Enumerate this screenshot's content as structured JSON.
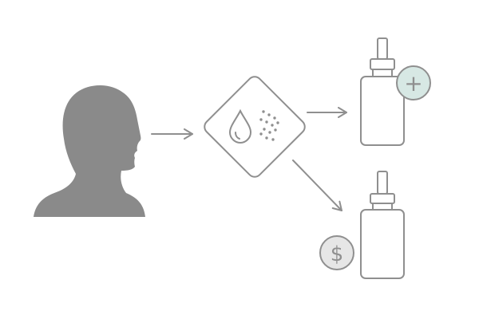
{
  "diagram": {
    "nodes": [
      {
        "id": "person",
        "icon": "person-silhouette-icon"
      },
      {
        "id": "sample-analysis",
        "icon": "droplet-and-particles-icon"
      },
      {
        "id": "product-top",
        "icon": "dropper-bottle-icon",
        "badge_icon": "plus-icon"
      },
      {
        "id": "product-bottom",
        "icon": "dropper-bottle-icon",
        "badge_icon": "dollar-icon"
      }
    ],
    "edges": [
      {
        "from": "person",
        "to": "sample-analysis"
      },
      {
        "from": "sample-analysis",
        "to": "product-top"
      },
      {
        "from": "sample-analysis",
        "to": "product-bottom"
      }
    ],
    "badges": {
      "plus_symbol": "+",
      "dollar_symbol": "$"
    },
    "colors": {
      "silhouette": "#8a8a8a",
      "stroke": "#8f8f8f",
      "plus_badge_fill": "#d7e8e4",
      "dollar_badge_fill": "#e6e6e6",
      "background": "#ffffff"
    }
  }
}
